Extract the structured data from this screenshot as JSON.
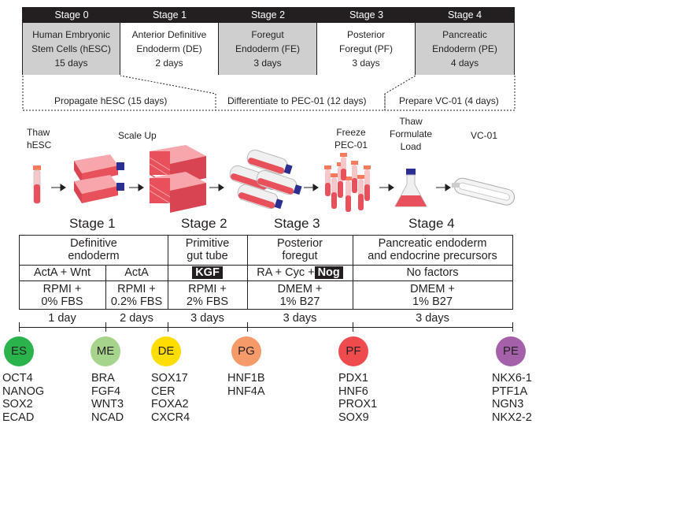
{
  "stages_top": [
    {
      "head": "Stage 0",
      "lines": [
        "Human Embryonic",
        "Stem Cells (hESC)",
        "15 days"
      ],
      "bg": "#cfcfcf"
    },
    {
      "head": "Stage 1",
      "lines": [
        "Anterior Definitive",
        "Endoderm (DE)",
        "2 days"
      ],
      "bg": "#ffffff"
    },
    {
      "head": "Stage 2",
      "lines": [
        "Foregut",
        "Endoderm (FE)",
        "3 days"
      ],
      "bg": "#cfcfcf"
    },
    {
      "head": "Stage 3",
      "lines": [
        "Posterior",
        "Foregut (PF)",
        "3 days"
      ],
      "bg": "#ffffff"
    },
    {
      "head": "Stage 4",
      "lines": [
        "Pancreatic",
        "Endoderm (PE)",
        "4 days"
      ],
      "bg": "#cfcfcf"
    }
  ],
  "phases": [
    "Propagate hESC (15 days)",
    "Differentiate to PEC-01 (12 days)",
    "Prepare VC-01 (4 days)"
  ],
  "process_labels": {
    "thaw": [
      "Thaw",
      "hESC"
    ],
    "scale_up": "Scale Up",
    "freeze": [
      "Freeze",
      "PEC-01"
    ],
    "thaw_formulate": [
      "Thaw",
      "Formulate",
      "Load"
    ],
    "vc01": "VC-01"
  },
  "stage_titles": [
    "Stage 1",
    "Stage 2",
    "Stage 3",
    "Stage 4"
  ],
  "table": {
    "descriptions": [
      [
        "Definitive",
        "endoderm"
      ],
      [
        "Primitive",
        "gut tube"
      ],
      [
        "Posterior",
        "foregut"
      ],
      [
        "Pancreatic endoderm",
        "and endocrine precursors"
      ]
    ],
    "factors": {
      "s1a": "ActA + Wnt",
      "s1b": "ActA",
      "s2": "KGF",
      "s3": "RA + Cyc +",
      "s3_hl": "Nog",
      "s4": "No factors"
    },
    "media": [
      [
        "RPMI +",
        "0% FBS"
      ],
      [
        "RPMI +",
        "0.2% FBS"
      ],
      [
        "RPMI +",
        "2% FBS"
      ],
      [
        "DMEM +",
        "1% B27"
      ],
      [
        "DMEM +",
        "1% B27"
      ]
    ],
    "durations": [
      "1 day",
      "2 days",
      "3 days",
      "3 days",
      "3 days"
    ]
  },
  "cell_types": [
    {
      "abbr": "ES",
      "color": "#2ab34a",
      "markers": [
        "OCT4",
        "NANOG",
        "SOX2",
        "ECAD"
      ]
    },
    {
      "abbr": "ME",
      "color": "#a6d48d",
      "markers": [
        "BRA",
        "FGF4",
        "WNT3",
        "NCAD"
      ]
    },
    {
      "abbr": "DE",
      "color": "#ffdd00",
      "markers": [
        "SOX17",
        "CER",
        "FOXA2",
        "CXCR4"
      ]
    },
    {
      "abbr": "PG",
      "color": "#f79a6a",
      "markers": [
        "HNF1B",
        "HNF4A"
      ]
    },
    {
      "abbr": "PF",
      "color": "#ef4b4f",
      "markers": [
        "PDX1",
        "HNF6",
        "PROX1",
        "SOX9"
      ]
    },
    {
      "abbr": "PE",
      "color": "#a560aa",
      "markers": [
        "NKX6-1",
        "PTF1A",
        "NGN3",
        "NKX2-2"
      ]
    }
  ],
  "colors": {
    "flask_red": "#e8505b",
    "flask_light": "#f7a6ab",
    "dark": "#231f20",
    "cap_blue": "#2b2f8f",
    "cap_orange": "#f47b5c"
  }
}
